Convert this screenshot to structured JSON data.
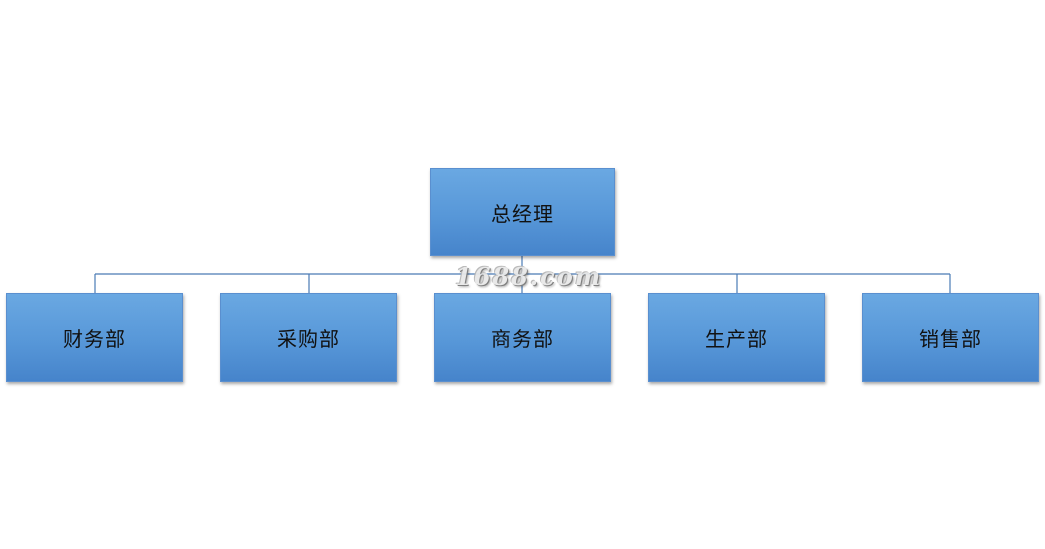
{
  "org_chart": {
    "root": {
      "label": "总经理"
    },
    "children": [
      {
        "label": "财务部"
      },
      {
        "label": "采购部"
      },
      {
        "label": "商务部"
      },
      {
        "label": "生产部"
      },
      {
        "label": "销售部"
      }
    ]
  },
  "watermark": {
    "text": "1688.com"
  },
  "colors": {
    "box_fill": "#5797d8",
    "box_border": "#5a8fcf",
    "connector": "#4a7ab5",
    "text": "#111111"
  }
}
